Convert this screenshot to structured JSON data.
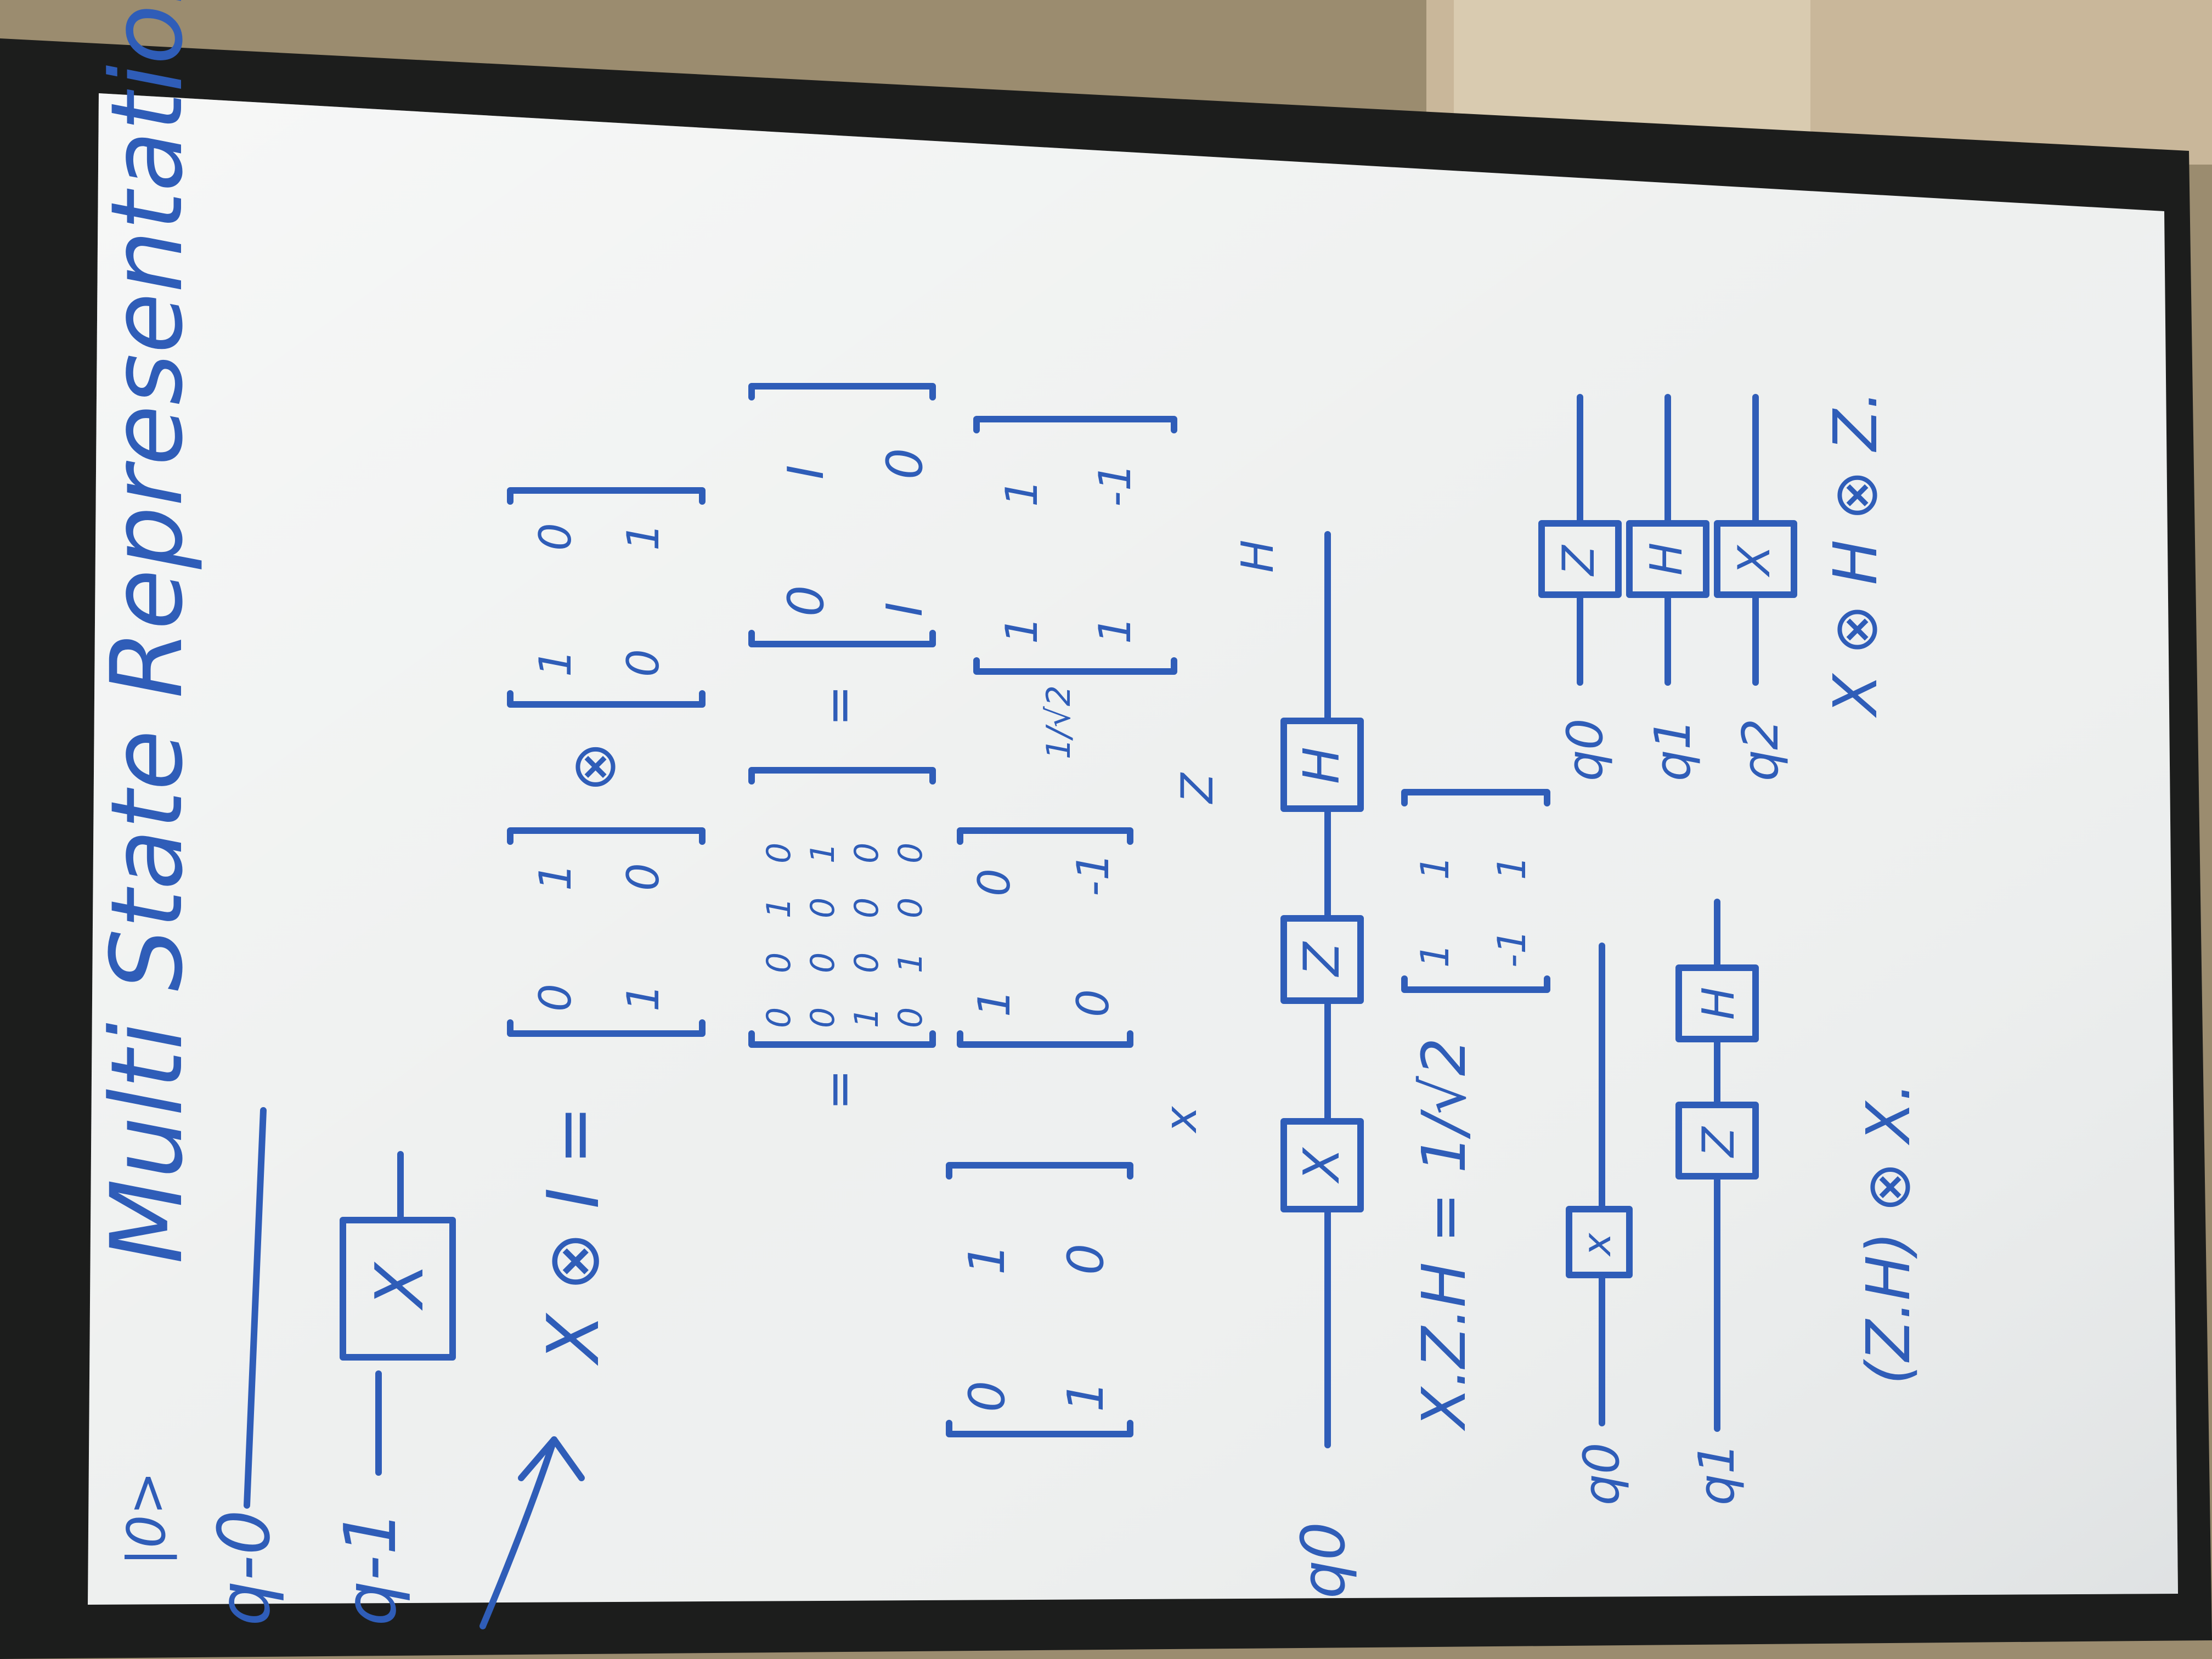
{
  "heading": "Multi State Representation.",
  "ket": "|0>",
  "wire_labels": {
    "top_q0": "q-0",
    "top_q1": "q-1",
    "mid_q0": "q0",
    "low_q0": "q0",
    "low_q1": "q1",
    "right_q0": "q0",
    "right_q1": "q1",
    "right_q2": "q2"
  },
  "gates": {
    "top_x": "X",
    "mid_x": "X",
    "mid_z": "Z",
    "mid_h": "H",
    "low_x": "x",
    "low_z": "Z",
    "low_h": "H",
    "right_z": "Z",
    "right_h": "H",
    "right_x": "X"
  },
  "expressions": {
    "x_tensor_i": "X ⊗ I =",
    "eq_sign": "=",
    "tensor": "⊗",
    "times": "x",
    "z_op": "Z",
    "h_op": "H",
    "xzh": "X.Z.H = 1/√2",
    "frac": "1/√2",
    "zh_tensor_x": "(Z.H) ⊗ X.",
    "x_h_z": "X ⊗ H ⊗ Z."
  },
  "matrices": {
    "x": [
      [
        "0",
        "1"
      ],
      [
        "1",
        "0"
      ]
    ],
    "i": [
      [
        "1",
        "0"
      ],
      [
        "0",
        "1"
      ]
    ],
    "block": [
      [
        "0",
        "I"
      ],
      [
        "I",
        "0"
      ]
    ],
    "four": [
      [
        "0",
        "0",
        "1",
        "0"
      ],
      [
        "0",
        "0",
        "0",
        "1"
      ],
      [
        "1",
        "0",
        "0",
        "0"
      ],
      [
        "0",
        "1",
        "0",
        "0"
      ]
    ],
    "x2": [
      [
        "0",
        "1"
      ],
      [
        "1",
        "0"
      ]
    ],
    "z": [
      [
        "1",
        "0"
      ],
      [
        "0",
        "-1"
      ]
    ],
    "h": [
      [
        "1",
        "1"
      ],
      [
        "1",
        "-1"
      ]
    ],
    "res": [
      [
        "1",
        "1"
      ],
      [
        "-1",
        "1"
      ]
    ]
  }
}
